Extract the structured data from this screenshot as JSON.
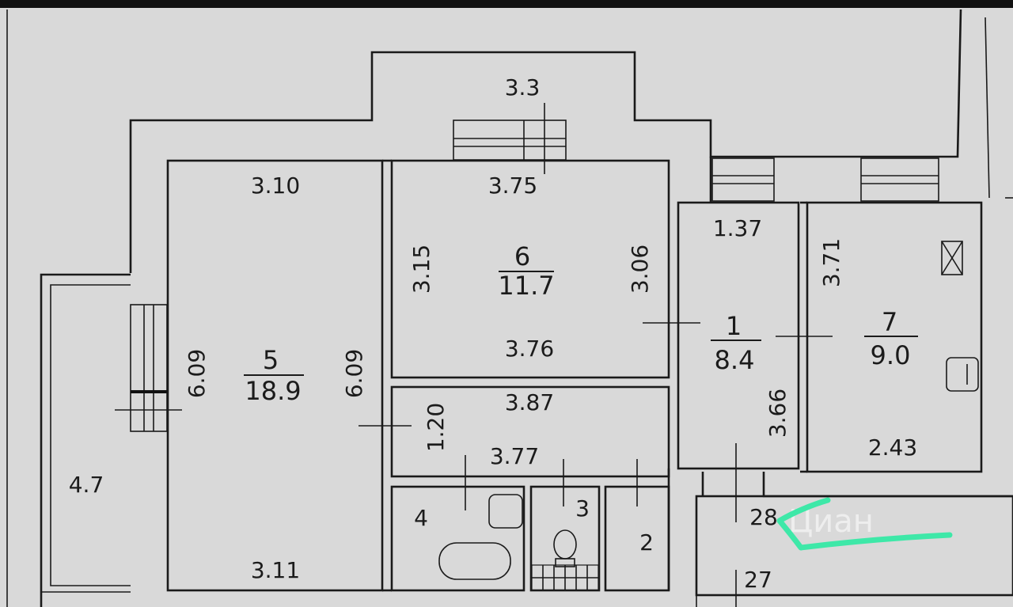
{
  "rooms": {
    "r5": {
      "number": "5",
      "area": "18.9"
    },
    "r6": {
      "number": "6",
      "area": "11.7"
    },
    "r1": {
      "number": "1",
      "area": "8.4"
    },
    "r7": {
      "number": "7",
      "area": "9.0"
    },
    "r4": {
      "number": "4"
    },
    "r3": {
      "number": "3"
    },
    "r2": {
      "number": "2"
    },
    "balcony_top": {
      "area": "3.3"
    },
    "balcony_left": {
      "area": "4.7"
    },
    "n28": {
      "number": "28"
    },
    "n27": {
      "number": "27"
    }
  },
  "dims": {
    "d310": "3.10",
    "d311": "3.11",
    "d609a": "6.09",
    "d609b": "6.09",
    "d375": "3.75",
    "d376": "3.76",
    "d315": "3.15",
    "d306": "3.06",
    "d387": "3.87",
    "d377": "3.77",
    "d120": "1.20",
    "d137": "1.37",
    "d366": "3.66",
    "d371": "3.71",
    "d243": "2.43"
  },
  "watermark": "Циан",
  "annotation_color": "#3ee8a8"
}
